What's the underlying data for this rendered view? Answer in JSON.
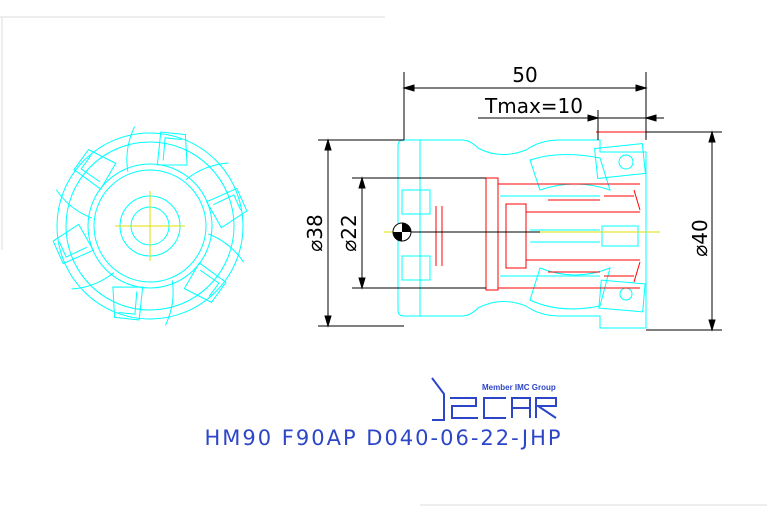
{
  "dimensions": {
    "length": "50",
    "tmax": "Tmax=10",
    "d38": "⌀38",
    "d22": "⌀22",
    "d40": "⌀40"
  },
  "logo": {
    "member": "Member IMC Group",
    "wordmark": "ISCAR"
  },
  "designation": "HM90  F90AP  D040-06-22-JHP",
  "colors": {
    "outline": "#00ffff",
    "hidden": "#ff0000",
    "center": "#e0e000",
    "dimension": "#000000",
    "brand": "#2d46c8"
  }
}
